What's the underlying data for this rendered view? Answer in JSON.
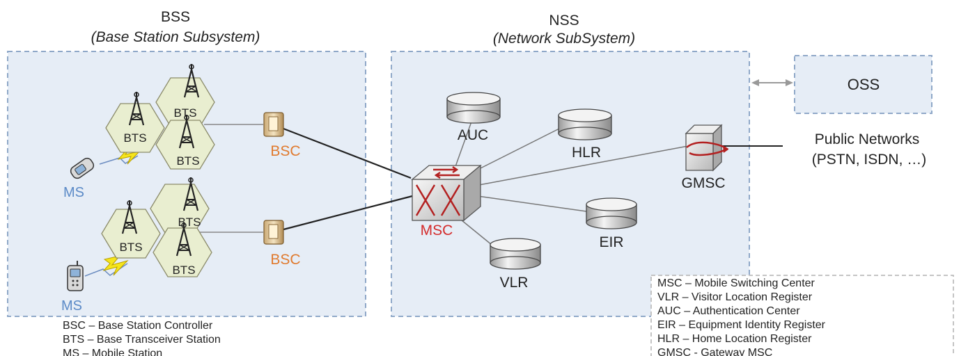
{
  "bss": {
    "title": "BSS",
    "subtitle": "(Base Station Subsystem)"
  },
  "nss": {
    "title": "NSS",
    "subtitle": "(Network SubSystem)"
  },
  "oss": {
    "label": "OSS"
  },
  "public_networks": {
    "line1": "Public Networks",
    "line2": "(PSTN, ISDN, …)"
  },
  "nodes": {
    "bts": "BTS",
    "bsc": "BSC",
    "ms": "MS",
    "msc": "MSC",
    "auc": "AUC",
    "hlr": "HLR",
    "vlr": "VLR",
    "eir": "EIR",
    "gmsc": "GMSC"
  },
  "legend_left": [
    "BSC – Base Station Controller",
    "BTS – Base Transceiver Station",
    "MS – Mobile Station"
  ],
  "legend_right": [
    "MSC – Mobile Switching Center",
    "VLR – Visitor Location Register",
    "AUC – Authentication Center",
    "EIR – Equipment Identity Register",
    "HLR – Home Location Register",
    "GMSC - Gateway MSC"
  ],
  "colors": {
    "bsc_label": "#e07a2e",
    "ms_label": "#5b8ac7",
    "msc_label": "#d42b2b",
    "dashed_border": "#8fa8c8",
    "region_fill": "#e6edf6",
    "hex_fill": "#e9eed0"
  }
}
